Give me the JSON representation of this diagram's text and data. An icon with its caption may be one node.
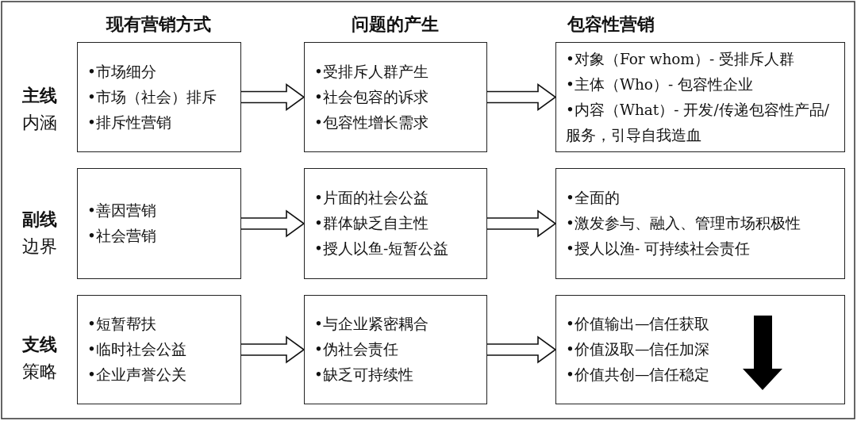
{
  "diagram": {
    "nodes": [
      {
        "text": [
          "•市场细分",
          "•市场（社会）排斥",
          "•排斥性营销"
        ]
      },
      {
        "text": [
          "•受排斥人群产生",
          "•社会包容的诉求",
          "•包容性增长需求"
        ]
      },
      {
        "text": [
          "•对象（For whom）- 受排斥人群",
          "•主体（Who）- 包容性企业",
          "•内容（What）- 开发/传递包容性产品/服务，引导自我造血"
        ]
      },
      {
        "text": [
          "•善因营销",
          "•社会营销"
        ]
      },
      {
        "text": [
          "•片面的社会公益",
          "•群体缺乏自主性",
          "•授人以鱼-短暂公益"
        ]
      },
      {
        "text": [
          "•全面的",
          "•激发参与、融入、管理市场积极性",
          "•授人以渔- 可持续社会责任"
        ]
      },
      {
        "text": [
          "•短暂帮扶",
          "•临时社会公益",
          "•企业声誉公关"
        ]
      },
      {
        "text": [
          "•与企业紧密耦合",
          "•伪社会责任",
          "•缺乏可持续性"
        ]
      },
      {
        "text": [
          "•价值输出—信任获取",
          "•价值汲取—信任加深",
          "•价值共创—信任稳定"
        ]
      }
    ],
    "edges": [
      {
        "from": 0,
        "to": 1,
        "arrow": "to"
      },
      {
        "from": 1,
        "to": 2,
        "arrow": "to"
      },
      {
        "from": 3,
        "to": 4,
        "arrow": "to"
      },
      {
        "from": 4,
        "to": 5,
        "arrow": "to"
      },
      {
        "from": 6,
        "to": 7,
        "arrow": "to"
      },
      {
        "from": 7,
        "to": 8,
        "arrow": "to"
      }
    ],
    "labels": [
      "现有营销方式",
      "问题的产生",
      "包容性营销",
      "主线",
      "内涵",
      "副线",
      "边界",
      "支线",
      "策略"
    ]
  }
}
